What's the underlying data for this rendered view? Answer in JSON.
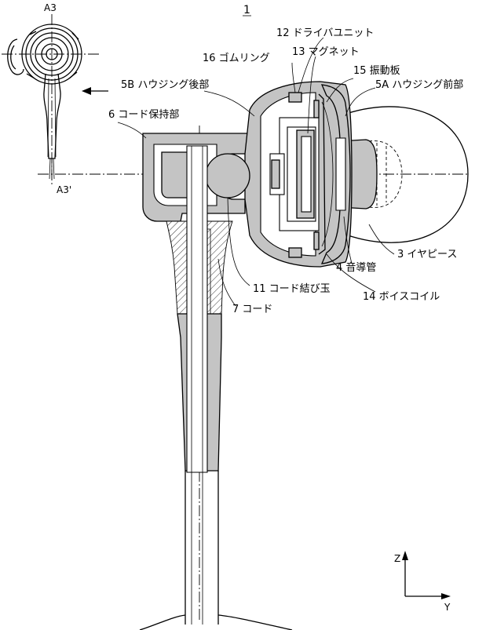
{
  "figure": {
    "ref_number": "1",
    "axes": {
      "vertical": "Z",
      "horizontal": "Y"
    },
    "section": {
      "top": "A3",
      "bottom": "A3'"
    }
  },
  "labels": [
    {
      "id": "L12",
      "text": "12 ドライバユニット"
    },
    {
      "id": "L13",
      "text": "13 マグネット"
    },
    {
      "id": "L16",
      "text": "16 ゴムリング"
    },
    {
      "id": "L15",
      "text": "15 振動板"
    },
    {
      "id": "L5B",
      "text": "5B ハウジング後部"
    },
    {
      "id": "L5A",
      "text": "5A ハウジング前部"
    },
    {
      "id": "L6",
      "text": "6 コード保持部"
    },
    {
      "id": "L3",
      "text": "3 イヤピース"
    },
    {
      "id": "L4",
      "text": "4 音導管"
    },
    {
      "id": "L11",
      "text": "11 コード結び玉"
    },
    {
      "id": "L14",
      "text": "14 ボイスコイル"
    },
    {
      "id": "L7",
      "text": "7 コード"
    }
  ]
}
